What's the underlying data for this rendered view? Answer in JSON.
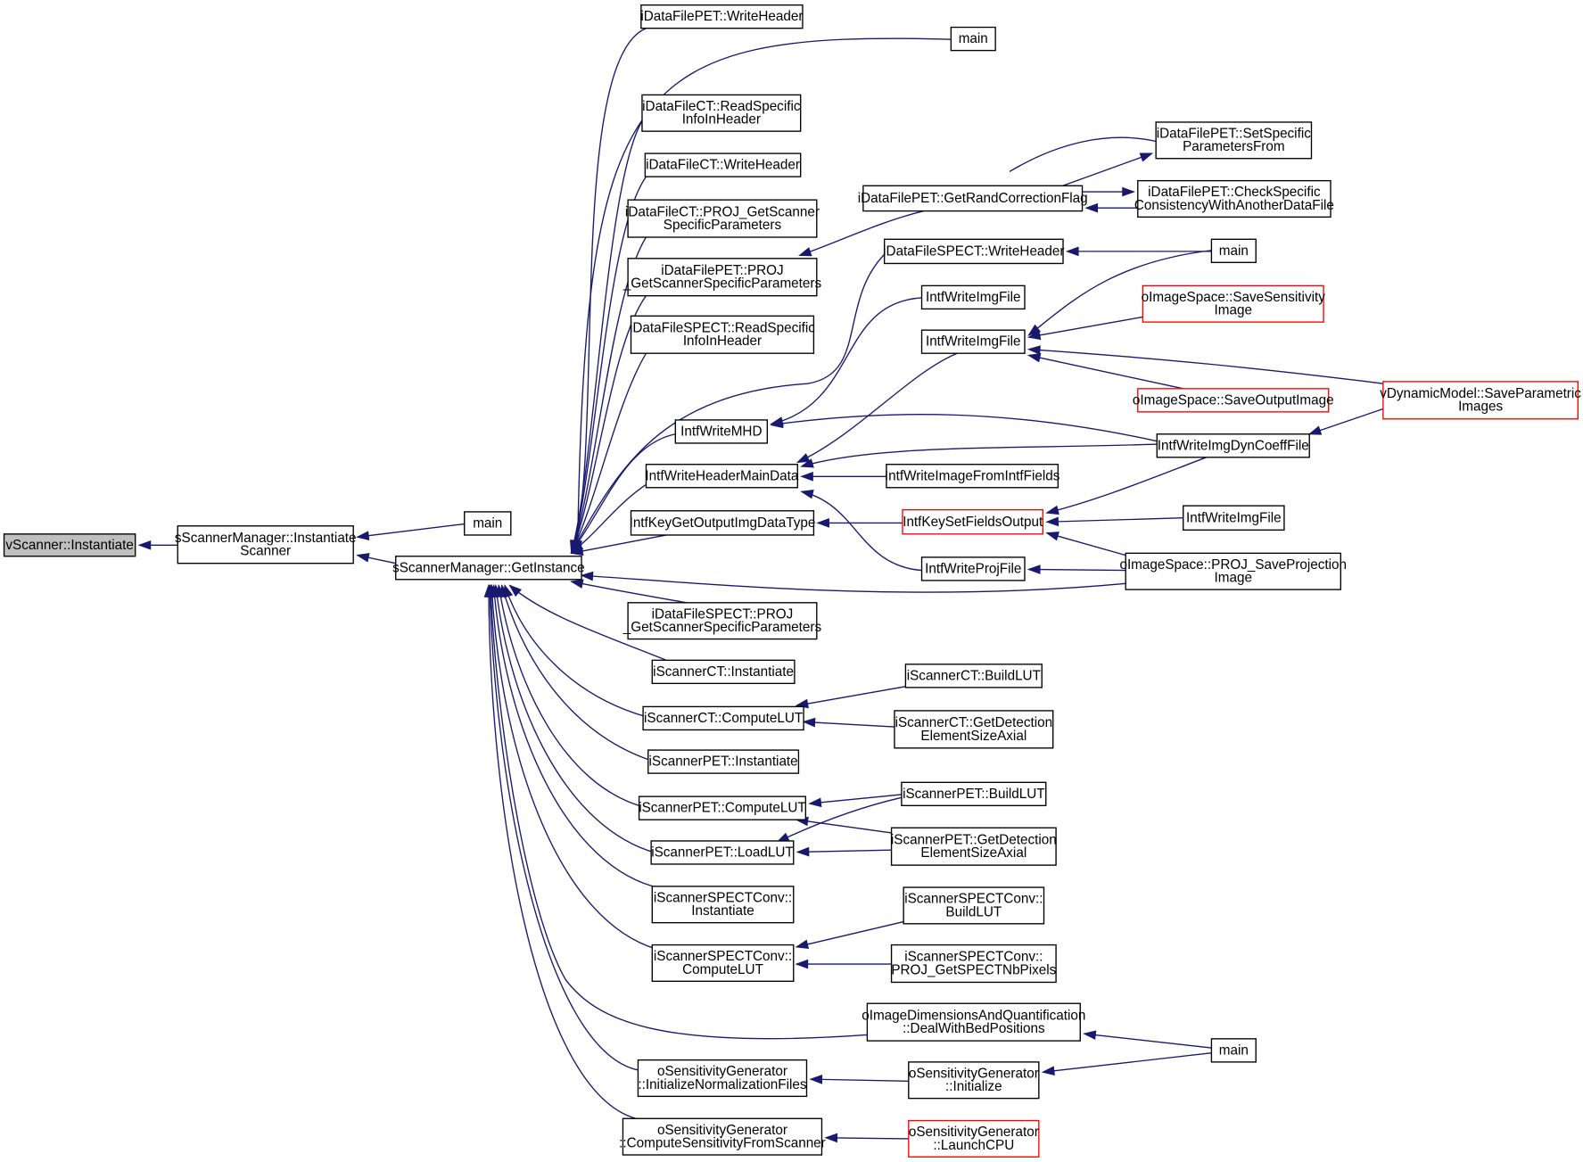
{
  "colors": {
    "edge": "#191970",
    "root_fill": "#bfbfbf",
    "node_border": "#000000",
    "truncated_border": "#ff0000",
    "background": "#ffffff"
  },
  "nodes": [
    {
      "id": "n_vscanner",
      "lines": [
        "vScanner::Instantiate"
      ],
      "style": "root"
    },
    {
      "id": "n_ssm_inst",
      "lines": [
        "sScannerManager::Instantiate",
        "Scanner"
      ]
    },
    {
      "id": "n_ssm_get",
      "lines": [
        "sScannerManager::GetInstance"
      ]
    },
    {
      "id": "n_main1",
      "lines": [
        "main"
      ]
    },
    {
      "id": "n_idfpet_wh",
      "lines": [
        "iDataFilePET::WriteHeader"
      ]
    },
    {
      "id": "n_main2",
      "lines": [
        "main"
      ]
    },
    {
      "id": "n_idfct_rs",
      "lines": [
        "iDataFileCT::ReadSpecific",
        "InfoInHeader"
      ]
    },
    {
      "id": "n_idfct_wh",
      "lines": [
        "iDataFileCT::WriteHeader"
      ]
    },
    {
      "id": "n_idfct_proj",
      "lines": [
        "iDataFileCT::PROJ_GetScanner",
        "SpecificParameters"
      ]
    },
    {
      "id": "n_idfpet_proj",
      "lines": [
        "iDataFilePET::PROJ",
        "_GetScannerSpecificParameters"
      ]
    },
    {
      "id": "n_idfspect_rs",
      "lines": [
        "iDataFileSPECT::ReadSpecific",
        "InfoInHeader"
      ]
    },
    {
      "id": "n_intf_mhd",
      "lines": [
        "IntfWriteMHD"
      ]
    },
    {
      "id": "n_intf_hmd",
      "lines": [
        "IntfWriteHeaderMainData"
      ]
    },
    {
      "id": "n_intf_key",
      "lines": [
        "IntfKeyGetOutputImgDataType"
      ]
    },
    {
      "id": "n_idfspect_proj",
      "lines": [
        "iDataFileSPECT::PROJ",
        "_GetScannerSpecificParameters"
      ]
    },
    {
      "id": "n_isct_inst",
      "lines": [
        "iScannerCT::Instantiate"
      ]
    },
    {
      "id": "n_isct_clut",
      "lines": [
        "iScannerCT::ComputeLUT"
      ]
    },
    {
      "id": "n_ispet_inst",
      "lines": [
        "iScannerPET::Instantiate"
      ]
    },
    {
      "id": "n_ispet_clut",
      "lines": [
        "iScannerPET::ComputeLUT"
      ]
    },
    {
      "id": "n_ispet_load",
      "lines": [
        "iScannerPET::LoadLUT"
      ]
    },
    {
      "id": "n_isspect_inst",
      "lines": [
        "iScannerSPECTConv::",
        "Instantiate"
      ]
    },
    {
      "id": "n_isspect_clut",
      "lines": [
        "iScannerSPECTConv::",
        "ComputeLUT"
      ]
    },
    {
      "id": "n_osg_init_norm",
      "lines": [
        "oSensitivityGenerator",
        "::InitializeNormalizationFiles"
      ]
    },
    {
      "id": "n_osg_css",
      "lines": [
        "oSensitivityGenerator",
        "::ComputeSensitivityFromScanner"
      ]
    },
    {
      "id": "n_idfpet_grcf",
      "lines": [
        "iDataFilePET::GetRandCorrectionFlag"
      ]
    },
    {
      "id": "n_idfspect_wh",
      "lines": [
        "iDataFileSPECT::WriteHeader"
      ]
    },
    {
      "id": "n_intf_wif1",
      "lines": [
        "IntfWriteImgFile"
      ]
    },
    {
      "id": "n_intf_wif2",
      "lines": [
        "IntfWriteImgFile"
      ]
    },
    {
      "id": "n_intf_wifif",
      "lines": [
        "IntfWriteImageFromIntfFields"
      ]
    },
    {
      "id": "n_intf_ksfo",
      "lines": [
        "IntfKeySetFieldsOutput"
      ],
      "style": "red"
    },
    {
      "id": "n_intf_wpf",
      "lines": [
        "IntfWriteProjFile"
      ]
    },
    {
      "id": "n_isct_blut",
      "lines": [
        "iScannerCT::BuildLUT"
      ]
    },
    {
      "id": "n_isct_gdes",
      "lines": [
        "iScannerCT::GetDetection",
        "ElementSizeAxial"
      ]
    },
    {
      "id": "n_ispet_blut",
      "lines": [
        "iScannerPET::BuildLUT"
      ]
    },
    {
      "id": "n_ispet_gdes",
      "lines": [
        "iScannerPET::GetDetection",
        "ElementSizeAxial"
      ]
    },
    {
      "id": "n_isspect_blut",
      "lines": [
        "iScannerSPECTConv::",
        "BuildLUT"
      ]
    },
    {
      "id": "n_isspect_proj",
      "lines": [
        "iScannerSPECTConv::",
        "PROJ_GetSPECTNbPixels"
      ]
    },
    {
      "id": "n_oidq",
      "lines": [
        "oImageDimensionsAndQuantification",
        "::DealWithBedPositions"
      ]
    },
    {
      "id": "n_osg_init",
      "lines": [
        "oSensitivityGenerator",
        "::Initialize"
      ]
    },
    {
      "id": "n_osg_lcpu",
      "lines": [
        "oSensitivityGenerator",
        "::LaunchCPU"
      ],
      "style": "red"
    },
    {
      "id": "n_idfpet_ssp",
      "lines": [
        "iDataFilePET::SetSpecific",
        "ParametersFrom"
      ]
    },
    {
      "id": "n_idfpet_csc",
      "lines": [
        "iDataFilePET::CheckSpecific",
        "ConsistencyWithAnotherDataFile"
      ]
    },
    {
      "id": "n_main3",
      "lines": [
        "main"
      ]
    },
    {
      "id": "n_ois_ssi",
      "lines": [
        "oImageSpace::SaveSensitivity",
        "Image"
      ],
      "style": "red"
    },
    {
      "id": "n_ois_soi",
      "lines": [
        "oImageSpace::SaveOutputImage"
      ],
      "style": "red"
    },
    {
      "id": "n_intf_wdcf",
      "lines": [
        "IntfWriteImgDynCoeffFile"
      ]
    },
    {
      "id": "n_intf_wif3",
      "lines": [
        "IntfWriteImgFile"
      ]
    },
    {
      "id": "n_ois_psp",
      "lines": [
        "oImageSpace::PROJ_SaveProjection",
        "Image"
      ]
    },
    {
      "id": "n_main4",
      "lines": [
        "main"
      ]
    },
    {
      "id": "n_vdm_spi",
      "lines": [
        "vDynamicModel::SaveParametric",
        "Images"
      ],
      "style": "red"
    }
  ]
}
